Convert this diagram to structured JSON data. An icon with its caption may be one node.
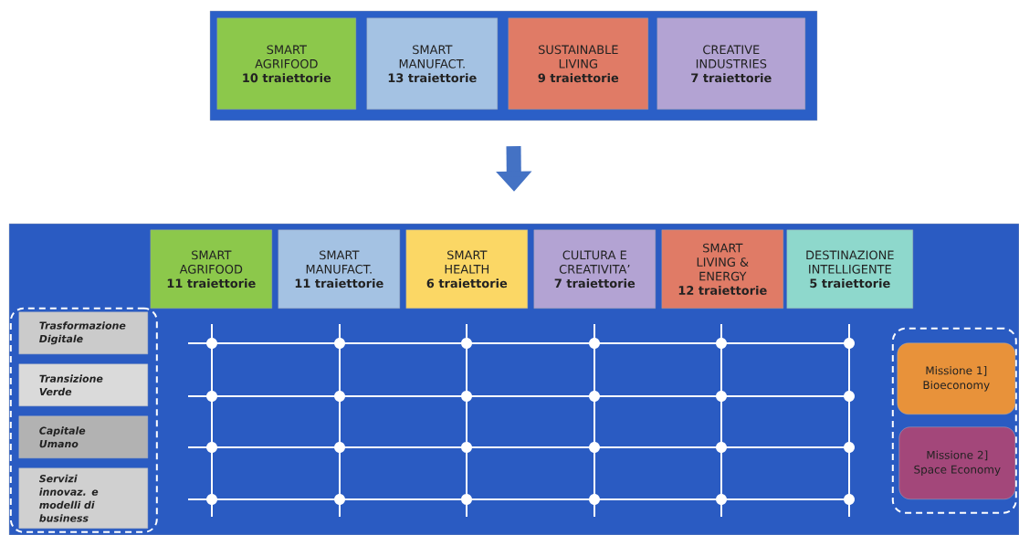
{
  "diagram": {
    "nodes": [
      {
        "text": [],
        "shape": "box"
      },
      {
        "text": [
          "SMART AGRIFOOD",
          "10 traiettorie"
        ],
        "in": 0
      },
      {
        "text": [
          "SMART MANUFACT.",
          "13 traiettorie"
        ],
        "in": 0
      },
      {
        "text": [
          "SUSTAINABLE LIVING",
          "9 traiettorie"
        ],
        "in": 0
      },
      {
        "text": [
          "CREATIVE INDUSTRIES",
          "7 traiettorie"
        ],
        "in": 0
      },
      {
        "text": [],
        "shape": "box"
      },
      {
        "text": [
          "SMART AGRIFOOD",
          "11 traiettorie"
        ],
        "in": 5
      },
      {
        "text": [
          "SMART MANUFACT.",
          "11 traiettorie"
        ],
        "in": 5
      },
      {
        "text": [
          "SMART HEALTH",
          "6 traiettorie"
        ],
        "in": 5
      },
      {
        "text": [
          "CULTURA E CREATIVITA’",
          "7 traiettorie"
        ],
        "in": 5
      },
      {
        "text": [
          "SMART LIVING & ENERGY",
          "12 traiettorie"
        ],
        "in": 5
      },
      {
        "text": [
          "DESTINAZIONE INTELLIGENTE",
          "5 traiettorie"
        ],
        "in": 5
      },
      {
        "text": [],
        "shape": "box",
        "in": 5
      },
      {
        "text": [
          "Trasformazione Digitale"
        ],
        "in": 12
      },
      {
        "text": [
          "Transizione Verde"
        ],
        "in": 12
      },
      {
        "text": [
          "Capitale Umano"
        ],
        "in": 12
      },
      {
        "text": [
          "Servizi innovaz. e modelli di business"
        ],
        "in": 12
      },
      {
        "text": [],
        "shape": "box",
        "in": 5
      },
      {
        "text": [
          "Missione 1] Bioeconomy"
        ],
        "in": 17
      },
      {
        "text": [
          "Missione 2] Space Economy"
        ],
        "in": 17
      }
    ],
    "edges": [
      {
        "from": 0,
        "to": 5,
        "arrow": "to"
      }
    ]
  }
}
